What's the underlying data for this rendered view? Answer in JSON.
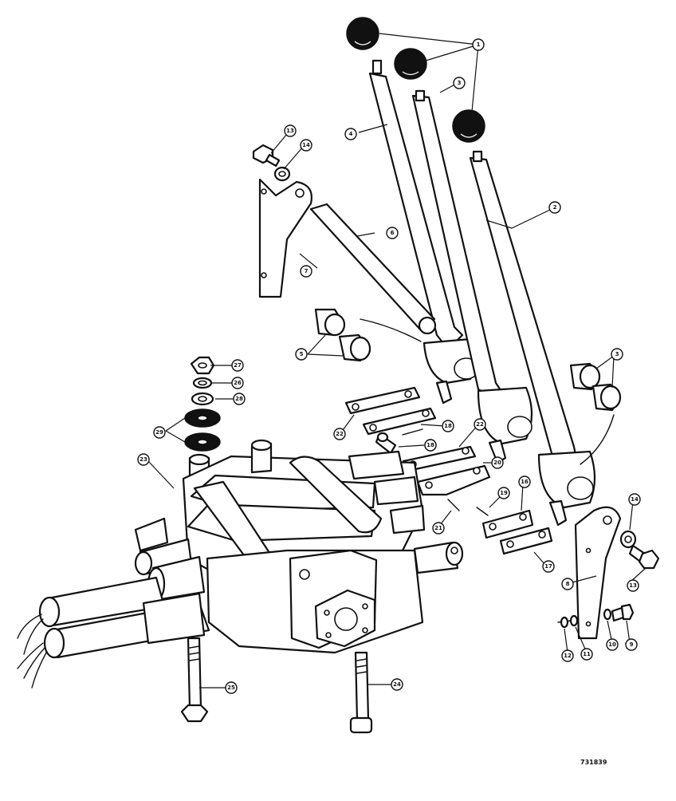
{
  "figure_id": "731839",
  "callouts": [
    {
      "name": "knob",
      "label": "1"
    },
    {
      "name": "lever-outer",
      "label": "2"
    },
    {
      "name": "lever-middle",
      "label": "3"
    },
    {
      "name": "lever-inner",
      "label": "4"
    },
    {
      "name": "bushing-left",
      "label": "5"
    },
    {
      "name": "rod",
      "label": "6"
    },
    {
      "name": "bracket-left",
      "label": "7"
    },
    {
      "name": "bracket-right",
      "label": "8"
    },
    {
      "name": "bolt-right-lower",
      "label": "9"
    },
    {
      "name": "washer-right-lower",
      "label": "10"
    },
    {
      "name": "lockwasher-right-lower",
      "label": "11"
    },
    {
      "name": "nut-right-lower",
      "label": "12"
    },
    {
      "name": "bolt-left-top",
      "label": "13"
    },
    {
      "name": "washer-left-top",
      "label": "14"
    },
    {
      "name": "bolt-right-upper",
      "label": "13"
    },
    {
      "name": "washer-right-upper",
      "label": "14"
    },
    {
      "name": "bushing-right",
      "label": "3"
    },
    {
      "name": "link-plate-right",
      "label": "16"
    },
    {
      "name": "link-plate-lower",
      "label": "17"
    },
    {
      "name": "pin-a",
      "label": "18"
    },
    {
      "name": "pin-b",
      "label": "19"
    },
    {
      "name": "cotter-center",
      "label": "18"
    },
    {
      "name": "pin-center",
      "label": "18"
    },
    {
      "name": "plate-20",
      "label": "20"
    },
    {
      "name": "spring-pin",
      "label": "21"
    },
    {
      "name": "link-22-a",
      "label": "22"
    },
    {
      "name": "link-22-b",
      "label": "22"
    },
    {
      "name": "valve",
      "label": "23"
    },
    {
      "name": "bolt-center",
      "label": "24"
    },
    {
      "name": "bolt-left",
      "label": "25"
    },
    {
      "name": "lockwasher-top",
      "label": "26"
    },
    {
      "name": "nut-top",
      "label": "27"
    },
    {
      "name": "washer-top",
      "label": "28"
    },
    {
      "name": "rubber-isolators",
      "label": "29"
    }
  ]
}
